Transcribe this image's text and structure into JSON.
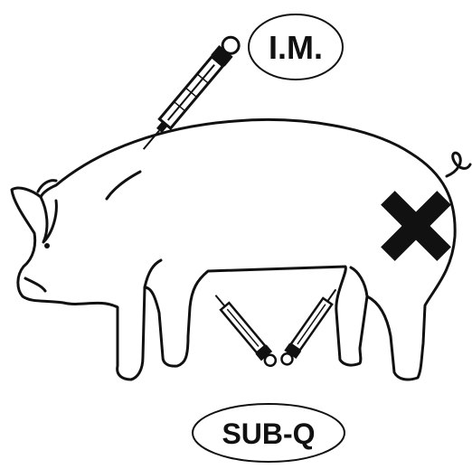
{
  "labels": {
    "top": "I.M.",
    "bottom": "SUB-Q"
  },
  "icons": {
    "avoid_marker": "x-mark-icon",
    "injection_tool": "syringe-icon",
    "animal": "pig-illustration"
  },
  "colors": {
    "ink": "#111111",
    "background": "#ffffff"
  }
}
